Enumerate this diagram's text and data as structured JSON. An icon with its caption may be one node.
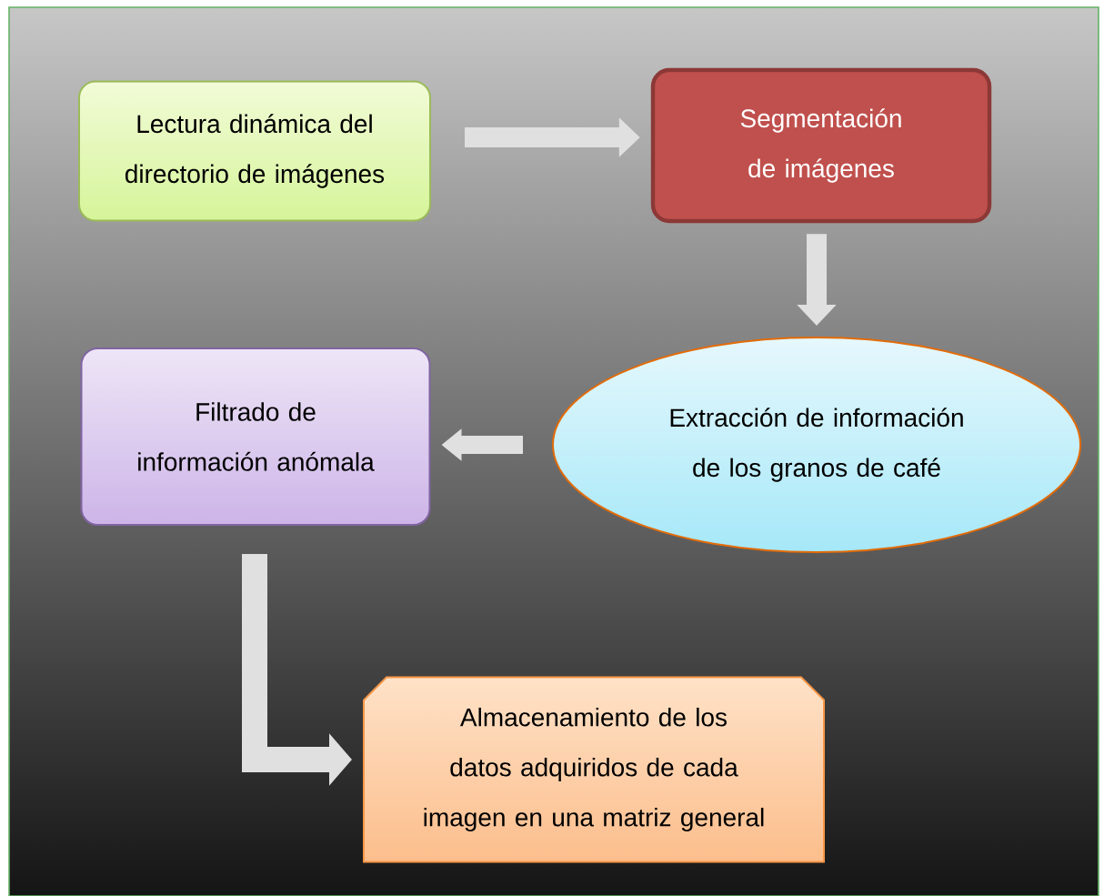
{
  "diagram": {
    "nodes": [
      {
        "text": [
          "Lectura dinámica del directorio de imágenes"
        ]
      },
      {
        "text": [
          "Segmentación de imágenes"
        ]
      },
      {
        "text": [
          "Extracción de información de los granos de café"
        ]
      },
      {
        "text": [
          "Filtrado de información anómala"
        ]
      },
      {
        "text": [
          "Almacenamiento de los datos adquiridos de cada imagen en una matriz general"
        ]
      }
    ],
    "edges": [
      {
        "from": 0,
        "to": 1,
        "arrow": "to"
      },
      {
        "from": 1,
        "to": 2,
        "arrow": "to"
      },
      {
        "from": 2,
        "to": 3,
        "arrow": "to"
      },
      {
        "from": 3,
        "to": 4,
        "arrow": "to"
      }
    ]
  }
}
